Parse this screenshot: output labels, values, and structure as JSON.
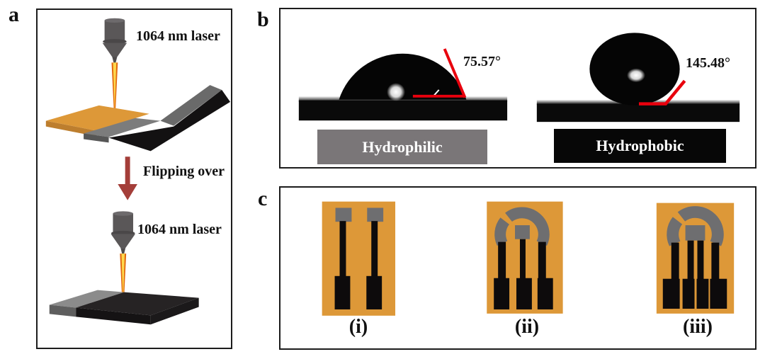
{
  "figure": {
    "panel_a": {
      "label": "a",
      "top_laser_label": "1064 nm laser",
      "bottom_laser_label": "1064 nm laser",
      "flip_label": "Flipping over"
    },
    "panel_b": {
      "label": "b",
      "hydrophilic": {
        "contact_angle": "75.57°",
        "caption": "Hydrophilic"
      },
      "hydrophobic": {
        "contact_angle": "145.48°",
        "caption": "Hydrophobic"
      }
    },
    "panel_c": {
      "label": "c",
      "electrode_labels": [
        "(i)",
        "(ii)",
        "(iii)"
      ]
    },
    "colors": {
      "substrate_orange": "#dd9838",
      "substrate_orange_edge": "#bd7e2e",
      "laser_gray": "#5a5758",
      "beam_edge": "#e2690e",
      "beam_core": "#ffd84d",
      "flip_arrow_red": "#a43e39",
      "angle_line_red": "#e8000d",
      "hydrophilic_bar_gray": "#7a7678",
      "hydrophobic_bar_black": "#070707",
      "electrode_black": "#0d0b0c",
      "pad_gray": "#6e6e70",
      "panel_border": "#1c1c1c"
    }
  }
}
